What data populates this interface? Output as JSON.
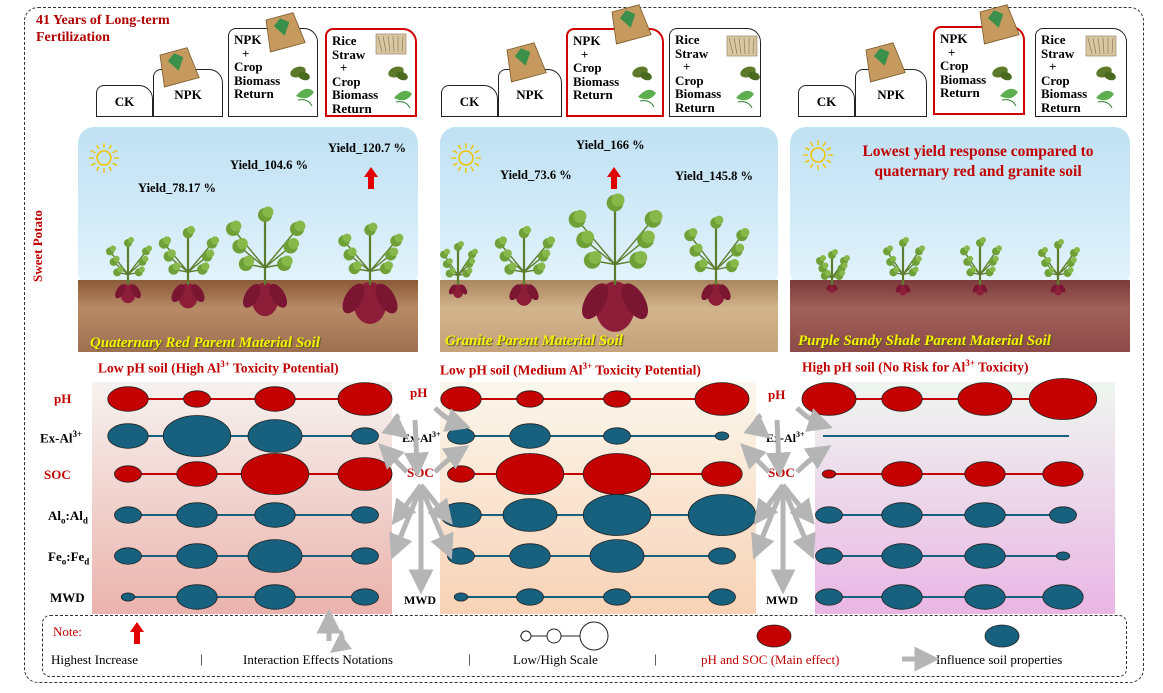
{
  "figure_title": "41 Years of Long-term Fertilization",
  "side_label": "Sweet Potato",
  "treatments": {
    "ck": "CK",
    "npk": "NPK",
    "npk_crop": [
      "NPK",
      "+",
      "Crop",
      "Biomass",
      "Return"
    ],
    "rice_straw": [
      "Rice",
      "Straw",
      "+",
      "Crop",
      "Biomass",
      "Return"
    ]
  },
  "soils": [
    {
      "name": "Quaternary Red Parent  Material Soil",
      "ph_title_pre": "Low pH soil (High Al",
      "ph_title_sup": "3+",
      "ph_title_post": " Toxicity Potential)",
      "yields": [
        "Yield_78.17 %",
        "Yield_104.6 %",
        "Yield_120.7 %"
      ],
      "note": ""
    },
    {
      "name": "Granite Parent  Material Soil",
      "ph_title_pre": "Low pH soil (Medium Al",
      "ph_title_sup": "3+",
      "ph_title_post": " Toxicity Potential)",
      "yields": [
        "Yield_73.6 %",
        "Yield_166 %",
        "Yield_145.8 %"
      ],
      "note": ""
    },
    {
      "name": "Purple Sandy Shale Parent  Material Soil",
      "ph_title_pre": "High pH soil (No Risk for Al",
      "ph_title_sup": "3+",
      "ph_title_post": " Toxicity)",
      "yields": [],
      "note": [
        "Lowest yield response compared to",
        "quaternary red and granite soil"
      ]
    }
  ],
  "properties": {
    "ph": "pH",
    "exal": "Ex-Al",
    "exal_sup": "3+",
    "soc": "SOC",
    "al_main": "Al",
    "al_sub1": "o",
    "al_sub2": "d",
    "fe_main": "Fe",
    "fe_sub1": "o",
    "fe_sub2": "d",
    "mwd": "MWD",
    "colon": ":"
  },
  "bubble_sizes": {
    "soil1": {
      "ph": [
        3,
        2,
        3,
        4
      ],
      "exal": [
        3,
        5,
        4,
        2
      ],
      "soc": [
        2,
        3,
        5,
        4
      ],
      "al": [
        2,
        3,
        3,
        2
      ],
      "fe": [
        2,
        3,
        4,
        2
      ],
      "mwd": [
        1,
        3,
        3,
        2
      ]
    },
    "soil2": {
      "ph": [
        3,
        2,
        2,
        4
      ],
      "exal": [
        2,
        3,
        2,
        1
      ],
      "soc": [
        2,
        5,
        5,
        3
      ],
      "al": [
        3,
        4,
        5,
        5
      ],
      "fe": [
        2,
        3,
        4,
        2
      ],
      "mwd": [
        1,
        2,
        2,
        2
      ]
    },
    "soil3": {
      "ph": [
        4,
        3,
        4,
        5
      ],
      "exal": [
        0,
        0,
        0,
        0
      ],
      "soc": [
        1,
        3,
        3,
        3
      ],
      "al": [
        2,
        3,
        3,
        2
      ],
      "fe": [
        2,
        3,
        3,
        1
      ],
      "mwd": [
        2,
        3,
        3,
        3
      ]
    }
  },
  "colors": {
    "red": "#c40000",
    "blue": "#17607e",
    "title_red": "#b00000",
    "soil_name_yellow": "#f7f300"
  },
  "legend": {
    "note": "Note:",
    "highest_increase": "Highest Increase",
    "interaction": "Interaction Effects Notations",
    "scale": "Low/High Scale",
    "main_effect": "pH and SOC (Main effect)",
    "influence": "Influence soil properties",
    "separator": "|"
  },
  "icons": [
    "sun-icon",
    "up-arrow-icon",
    "fertilizer-bag-icon",
    "rice-straw-icon",
    "crop-leaf-icon",
    "curved-arrow-icon"
  ]
}
